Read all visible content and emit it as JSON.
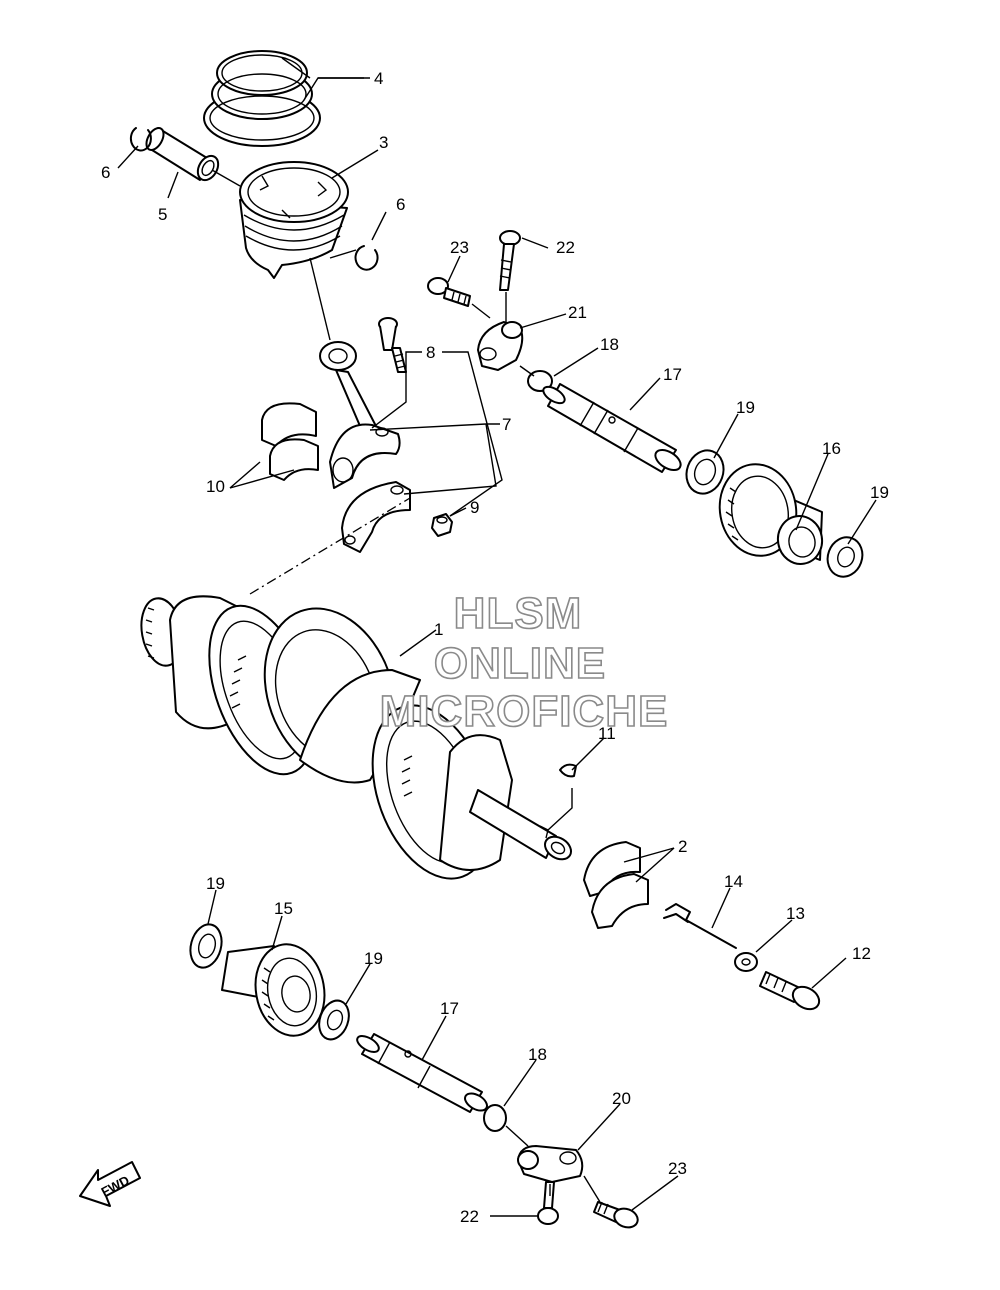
{
  "callouts": [
    {
      "id": "c4",
      "label": "4"
    },
    {
      "id": "c3",
      "label": "3"
    },
    {
      "id": "c6a",
      "label": "6"
    },
    {
      "id": "c5",
      "label": "5"
    },
    {
      "id": "c6b",
      "label": "6"
    },
    {
      "id": "c23a",
      "label": "23"
    },
    {
      "id": "c22a",
      "label": "22"
    },
    {
      "id": "c21",
      "label": "21"
    },
    {
      "id": "c18a",
      "label": "18"
    },
    {
      "id": "c8",
      "label": "8"
    },
    {
      "id": "c17a",
      "label": "17"
    },
    {
      "id": "c7",
      "label": "7"
    },
    {
      "id": "c19a",
      "label": "19"
    },
    {
      "id": "c16",
      "label": "16"
    },
    {
      "id": "c19b",
      "label": "19"
    },
    {
      "id": "c10",
      "label": "10"
    },
    {
      "id": "c9",
      "label": "9"
    },
    {
      "id": "c1",
      "label": "1"
    },
    {
      "id": "c11",
      "label": "11"
    },
    {
      "id": "c2",
      "label": "2"
    },
    {
      "id": "c19c",
      "label": "19"
    },
    {
      "id": "c15",
      "label": "15"
    },
    {
      "id": "c14",
      "label": "14"
    },
    {
      "id": "c13",
      "label": "13"
    },
    {
      "id": "c19d",
      "label": "19"
    },
    {
      "id": "c12",
      "label": "12"
    },
    {
      "id": "c17b",
      "label": "17"
    },
    {
      "id": "c18b",
      "label": "18"
    },
    {
      "id": "c20",
      "label": "20"
    },
    {
      "id": "c23b",
      "label": "23"
    },
    {
      "id": "c22b",
      "label": "22"
    }
  ],
  "watermark": {
    "line1": "HLSM",
    "line2": "ONLINE",
    "line3": "MICROFICHE"
  },
  "fwd_label": "FWD"
}
